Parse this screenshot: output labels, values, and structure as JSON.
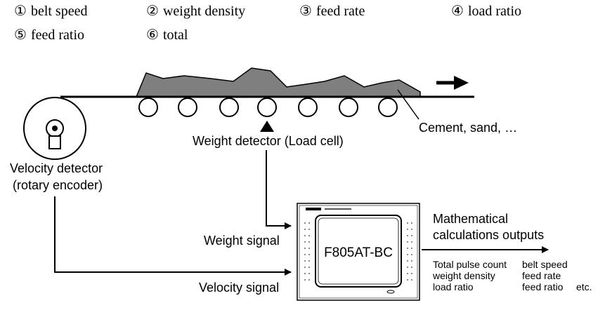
{
  "legend": {
    "items": [
      {
        "num": "①",
        "label": "belt speed"
      },
      {
        "num": "②",
        "label": "weight density"
      },
      {
        "num": "③",
        "label": "feed rate"
      },
      {
        "num": "④",
        "label": "load ratio"
      },
      {
        "num": "⑤",
        "label": "feed ratio"
      },
      {
        "num": "⑥",
        "label": "total"
      }
    ]
  },
  "labels": {
    "material": "Cement, sand, …",
    "weight_detector": "Weight detector (Load cell)",
    "velocity_detector_line1": "Velocity detector",
    "velocity_detector_line2": "(rotary encoder)",
    "weight_signal": "Weight signal",
    "velocity_signal": "Velocity signal",
    "device_model": "F805AT-BC",
    "outputs_line1": "Mathematical",
    "outputs_line2": "calculations outputs"
  },
  "outputs": {
    "col1": [
      "Total pulse count",
      "weight density",
      "load ratio"
    ],
    "col2": [
      "belt speed",
      "feed rate",
      "feed ratio"
    ],
    "etc": "etc."
  }
}
